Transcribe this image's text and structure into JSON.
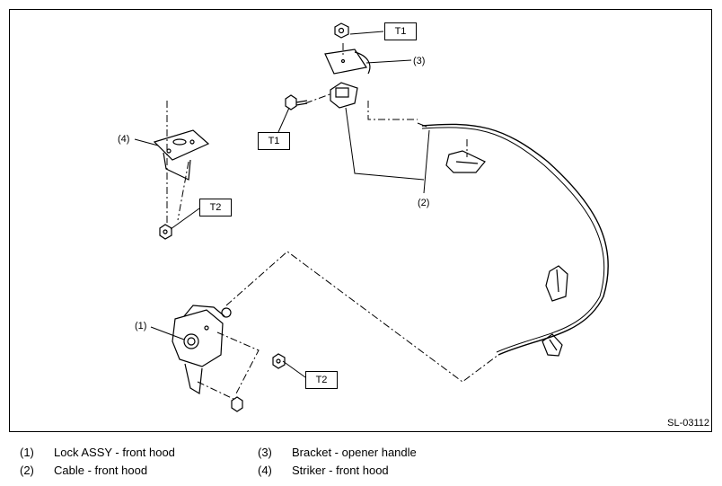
{
  "figure_code": "SL-03112",
  "callouts": {
    "c1": "(1)",
    "c2": "(2)",
    "c3": "(3)",
    "c4": "(4)",
    "t1_top": "T1",
    "t1_left": "T1",
    "t2_left": "T2",
    "t2_right": "T2"
  },
  "legend": [
    {
      "num": "(1)",
      "text": "Lock ASSY - front hood"
    },
    {
      "num": "(2)",
      "text": "Cable - front hood"
    },
    {
      "num": "(3)",
      "text": "Bracket - opener handle"
    },
    {
      "num": "(4)",
      "text": "Striker - front hood"
    }
  ]
}
